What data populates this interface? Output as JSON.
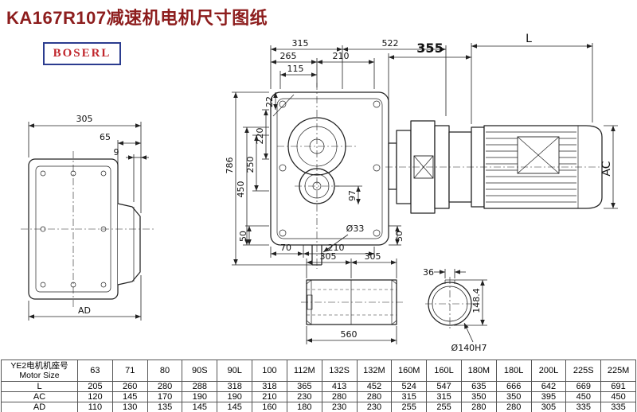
{
  "page": {
    "title": "KA167R107减速机电机尺寸图纸",
    "logo": "BOSERL"
  },
  "dims": {
    "side": {
      "w305": "305",
      "w65": "65",
      "w9": "9",
      "ad": "AD"
    },
    "front": {
      "d315": "315",
      "d522": "522",
      "d265": "265",
      "d210_top": "210",
      "d115": "115",
      "d22": "22",
      "d220": "220",
      "d250": "250",
      "d450": "450",
      "d786": "786",
      "d97": "97",
      "d50_left": "50",
      "d70": "70",
      "d210_bottom": "210",
      "d33": "Ø33",
      "d50_right": "50"
    },
    "motor": {
      "d355": "355",
      "len": "L",
      "ac": "AC"
    },
    "shaft": {
      "d305_left": "305",
      "d305_right": "305",
      "d560": "560"
    },
    "bore": {
      "d36": "36",
      "d148": "148.4",
      "d140": "Ø140H7"
    }
  },
  "table": {
    "row_label_cn": "YE2电机机座号",
    "row_label_en": "Motor Size",
    "columns": [
      "63",
      "71",
      "80",
      "90S",
      "90L",
      "100",
      "112M",
      "132S",
      "132M",
      "160M",
      "160L",
      "180M",
      "180L",
      "200L",
      "225S",
      "225M"
    ],
    "rows": [
      {
        "label": "L",
        "values": [
          "205",
          "260",
          "280",
          "288",
          "318",
          "318",
          "365",
          "413",
          "452",
          "524",
          "547",
          "635",
          "666",
          "642",
          "669",
          "691"
        ]
      },
      {
        "label": "AC",
        "values": [
          "120",
          "145",
          "170",
          "190",
          "190",
          "210",
          "230",
          "280",
          "280",
          "315",
          "315",
          "350",
          "350",
          "395",
          "450",
          "450"
        ]
      },
      {
        "label": "AD",
        "values": [
          "110",
          "130",
          "135",
          "145",
          "145",
          "160",
          "180",
          "230",
          "230",
          "255",
          "255",
          "280",
          "280",
          "305",
          "335",
          "335"
        ]
      }
    ]
  }
}
